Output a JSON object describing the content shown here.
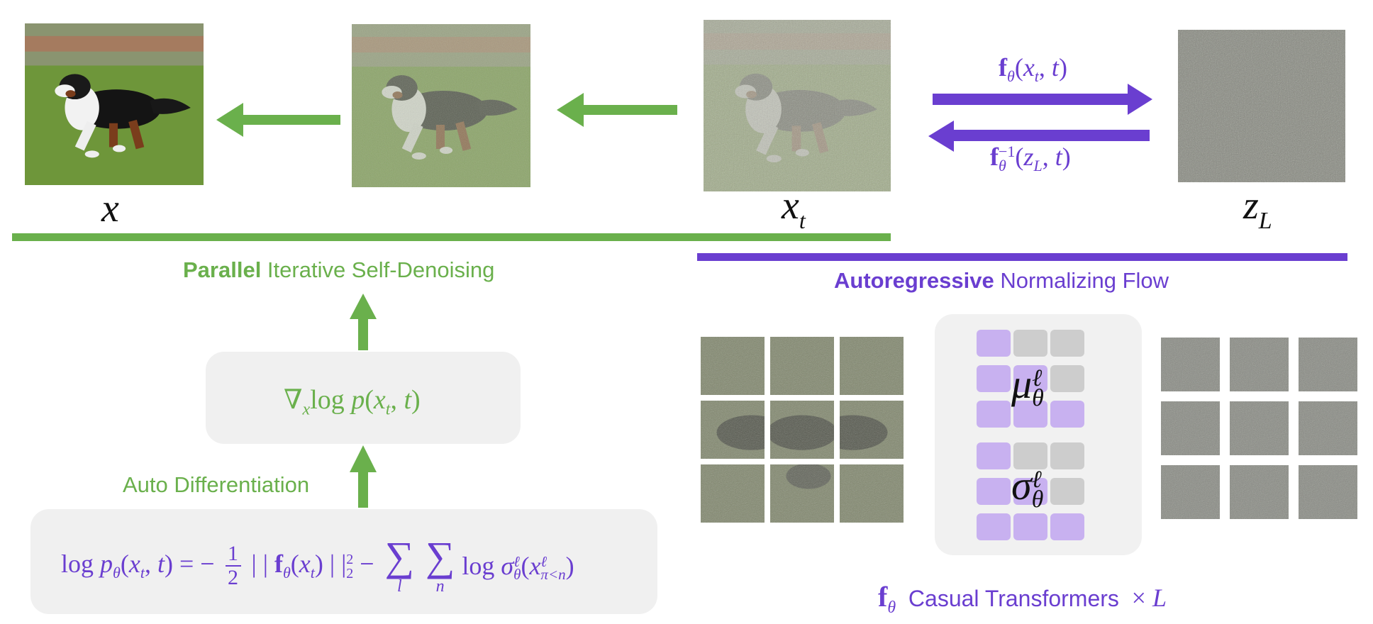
{
  "top": {
    "label_x": "x",
    "label_xt_base": "x",
    "label_xt_sub": "t",
    "label_zl_base": "z",
    "label_zl_sub": "L",
    "forward_label": "fθ(xt, t)",
    "inverse_label": "fθ−1(zL, t)"
  },
  "left": {
    "title_bold": "Parallel",
    "title_rest": " Iterative Self-Denoising",
    "score_formula": "∇x log p(xt, t)",
    "autodiff_label": "Auto Differentiation",
    "loglik_formula": "log pθ(xt, t) = − 1/2 | | fθ(xt) | |²₂ − ∑l ∑n log σθℓ(xℓπ<n)"
  },
  "right": {
    "title_bold": "Autoregressive",
    "title_rest": " Normalizing Flow",
    "mu_label": "μθℓ",
    "sigma_label": "σθℓ",
    "caption_f": "fθ",
    "caption_text": "Casual Transformers",
    "caption_times": "× L"
  },
  "colors": {
    "green": "#6ab04c",
    "purple": "#6a3ed0",
    "panel": "#f0f0f0",
    "cell_purple": "#c8b1f0",
    "cell_gray": "#cdcdcd"
  },
  "icons": [
    "arrow-left-icon",
    "arrow-right-icon",
    "arrow-up-icon"
  ]
}
